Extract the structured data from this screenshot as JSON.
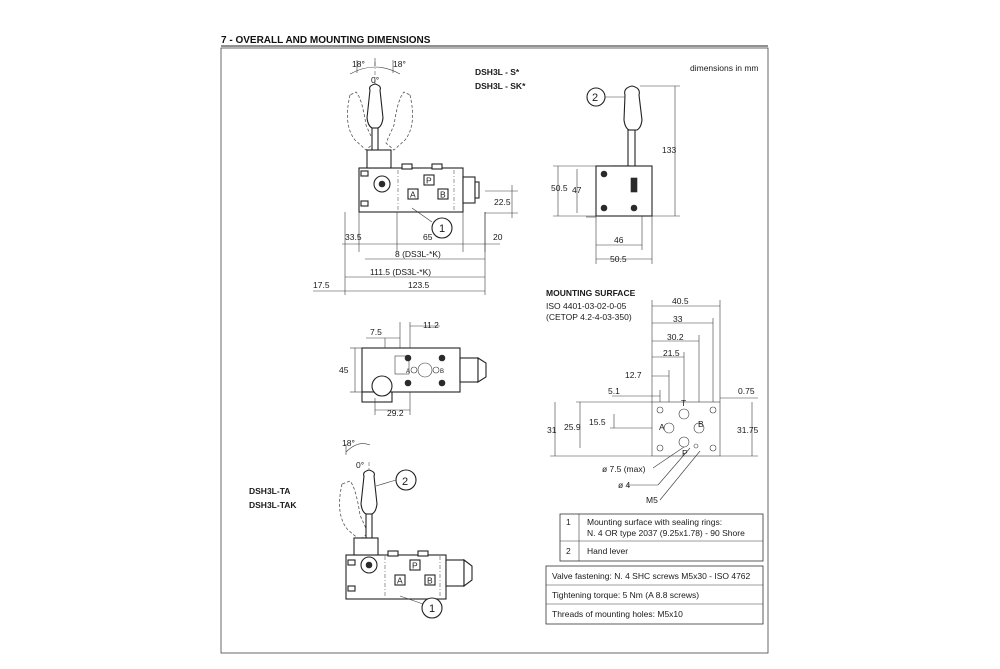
{
  "section_title": "7 - OVERALL AND MOUNTING DIMENSIONS",
  "units_note": "dimensions in mm",
  "model_top": [
    "DSH3L - S*",
    "DSH3L - SK*"
  ],
  "model_bottom": [
    "DSH3L-TA",
    "DSH3L-TAK"
  ],
  "mounting_surface": {
    "title": "MOUNTING SURFACE",
    "standard": "ISO 4401-03-02-0-05",
    "cetop": "(CETOP 4.2-4-03-350)"
  },
  "top_view_dims": {
    "angle_left": "18°",
    "angle_right": "18°",
    "angle_zero": "0°",
    "d22_5": "22.5",
    "d33_5": "33.5",
    "d65": "65",
    "d20": "20",
    "d8": "8 (DS3L-*K)",
    "d111_5": "111.5 (DS3L-*K)",
    "d17_5": "17.5",
    "d123_5": "123.5",
    "port_p": "P",
    "port_a": "A",
    "port_b": "B",
    "callout_1": "1"
  },
  "side_view_dims": {
    "callout_2": "2",
    "d133": "133",
    "d50_5": "50.5",
    "d47": "47",
    "d46": "46",
    "d50_5b": "50.5"
  },
  "plan_view_dims": {
    "d7_5": "7.5",
    "d11_2": "11.2",
    "d45": "45",
    "d29_2": "29.2"
  },
  "mounting_dims": {
    "d40_5": "40.5",
    "d33": "33",
    "d30_2": "30.2",
    "d21_5": "21.5",
    "d12_7": "12.7",
    "d5_1": "5.1",
    "d0_75": "0.75",
    "d15_5": "15.5",
    "d25_9": "25.9",
    "d31": "31",
    "d31_75": "31.75",
    "port_t": "T",
    "port_a": "A",
    "port_b": "B",
    "port_p": "P",
    "d_hole1": "ø 7.5 (max)",
    "d_hole2": "ø 4",
    "thread": "M5"
  },
  "bottom_view_dims": {
    "angle_left": "18°",
    "angle_zero": "0°",
    "callout_2": "2",
    "callout_1": "1",
    "port_p": "P",
    "port_a": "A",
    "port_b": "B"
  },
  "legend": [
    {
      "num": "1",
      "text_line1": "Mounting surface with sealing rings:",
      "text_line2": "N. 4 OR type 2037 (9.25x1.78) - 90 Shore"
    },
    {
      "num": "2",
      "text_line1": "Hand lever",
      "text_line2": ""
    }
  ],
  "notes": [
    "Valve fastening: N. 4 SHC screws M5x30 - ISO 4762",
    "Tightening torque: 5 Nm (A 8.8 screws)",
    "Threads of mounting holes: M5x10"
  ]
}
